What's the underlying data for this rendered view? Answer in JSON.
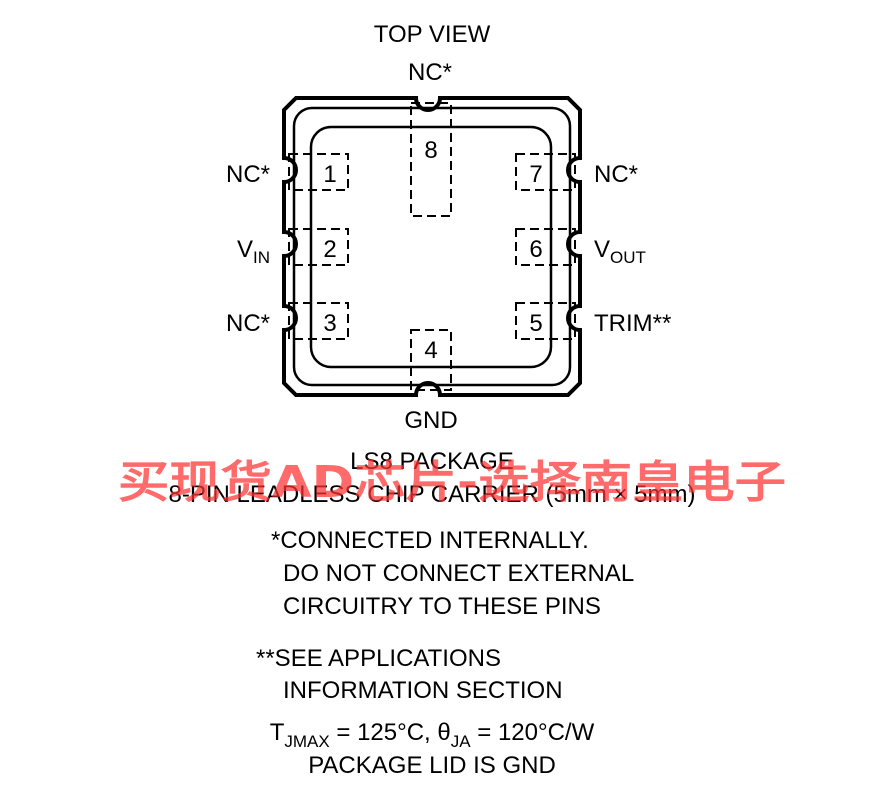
{
  "title": "TOP VIEW",
  "pins": {
    "p8": {
      "number": "8",
      "label": "NC*"
    },
    "p1": {
      "number": "1",
      "label": "NC*"
    },
    "p2": {
      "number": "2",
      "label_main": "V",
      "label_sub": "IN"
    },
    "p3": {
      "number": "3",
      "label": "NC*"
    },
    "p4": {
      "number": "4",
      "label": "GND"
    },
    "p5": {
      "number": "5",
      "label": "TRIM**"
    },
    "p6": {
      "number": "6",
      "label_main": "V",
      "label_sub": "OUT"
    },
    "p7": {
      "number": "7",
      "label": "NC*"
    }
  },
  "package": {
    "name": "LS8 PACKAGE",
    "description": "8-PIN LEADLESS CHIP CARRIER (5mm × 5mm)"
  },
  "watermark": "买现货AD芯片-选择南皇电子",
  "notes": {
    "note1_line1": "*CONNECTED INTERNALLY.",
    "note1_line2": "DO NOT CONNECT EXTERNAL",
    "note1_line3": "CIRCUITRY TO THESE PINS",
    "note2_line1": "**SEE APPLICATIONS",
    "note2_line2": "INFORMATION SECTION",
    "thermal": {
      "t": "T",
      "t_sub": "JMAX",
      "t_value": " = 125°C, ",
      "theta": "θ",
      "theta_sub": "JA",
      "theta_value": " = 120°C/W"
    },
    "lid": "PACKAGE LID IS GND"
  },
  "colors": {
    "ink": "#000000",
    "watermark": "#ff3030"
  }
}
